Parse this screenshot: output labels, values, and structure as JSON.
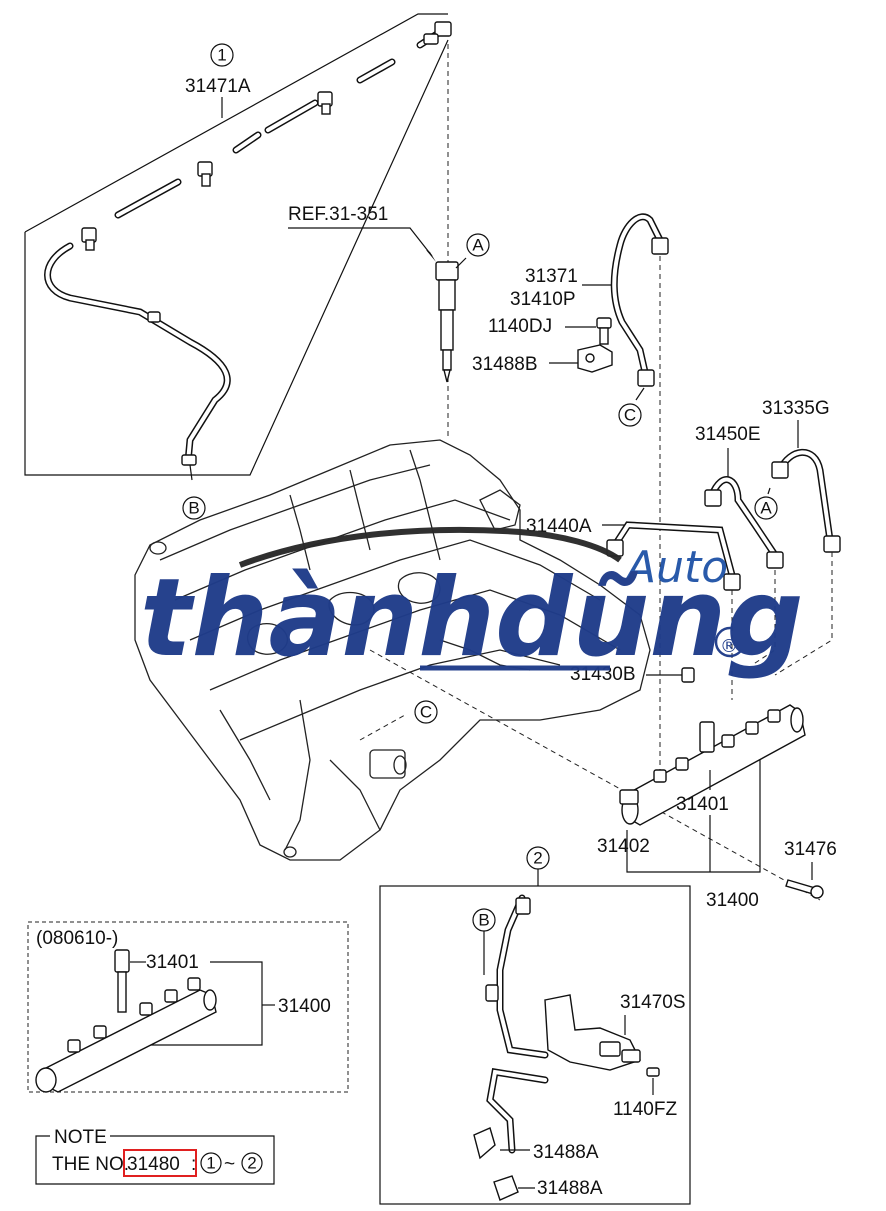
{
  "labels": {
    "group1_num": "1",
    "part_31471A": "31471A",
    "ref": "REF.31-351",
    "callout_a_top": "A",
    "part_31371": "31371",
    "part_31410P": "31410P",
    "part_1140DJ": "1140DJ",
    "part_31488B": "31488B",
    "callout_c_top": "C",
    "part_31335G": "31335G",
    "part_31450E": "31450E",
    "callout_a_right": "A",
    "callout_b_left": "B",
    "part_31440A": "31440A",
    "part_31430B": "31430B",
    "callout_c_engine": "C",
    "part_31401": "31401",
    "part_31402": "31402",
    "part_31476": "31476",
    "part_31400": "31400",
    "group2_num": "2",
    "variant_date": "(080610-)",
    "variant_31401": "31401",
    "variant_31400": "31400",
    "callout_b_box2": "B",
    "part_31470S": "31470S",
    "part_1140FZ": "1140FZ",
    "part_31488A_1": "31488A",
    "part_31488A_2": "31488A",
    "note_title": "NOTE",
    "note_prefix": "THE NO.",
    "note_highlight": "31480",
    "note_colon": ":",
    "note_start": "1",
    "note_tilde": "~",
    "note_end": "2"
  },
  "watermark": {
    "brand": "thànhdũng",
    "suffix": "Auto",
    "mark": "®"
  },
  "colors": {
    "ink": "#111111",
    "watermark_blue": "#1f3c8a",
    "watermark_light": "#2355a8",
    "highlight_box": "#e02020"
  }
}
